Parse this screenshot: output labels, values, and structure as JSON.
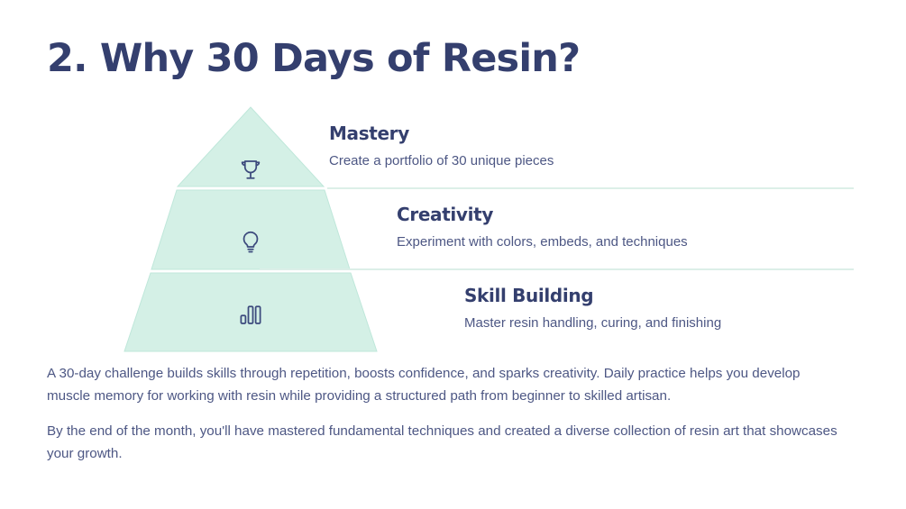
{
  "slide": {
    "title": "2. Why 30 Days of Resin?",
    "background_color": "#ffffff",
    "heading_color": "#343f6e",
    "body_text_color": "#4d5784",
    "pyramid_fill_color": "#d4f0e6",
    "pyramid_stroke_color": "#b9e4d6",
    "divider_color": "#dcefe8"
  },
  "pyramid": {
    "tiers": [
      {
        "title": "Mastery",
        "description": "Create a portfolio of 30 unique pieces",
        "icon": "trophy-icon"
      },
      {
        "title": "Creativity",
        "description": "Experiment with colors, embeds, and techniques",
        "icon": "lightbulb-icon"
      },
      {
        "title": "Skill Building",
        "description": "Master resin handling, curing, and finishing",
        "icon": "bar-chart-icon"
      }
    ]
  },
  "body": {
    "paragraphs": [
      "A 30-day challenge builds skills through repetition, boosts confidence, and sparks creativity. Daily practice helps you develop muscle memory for working with resin while providing a structured path from beginner to skilled artisan.",
      "By the end of the month, you'll have mastered fundamental techniques and created a diverse collection of resin art that showcases your growth."
    ]
  }
}
